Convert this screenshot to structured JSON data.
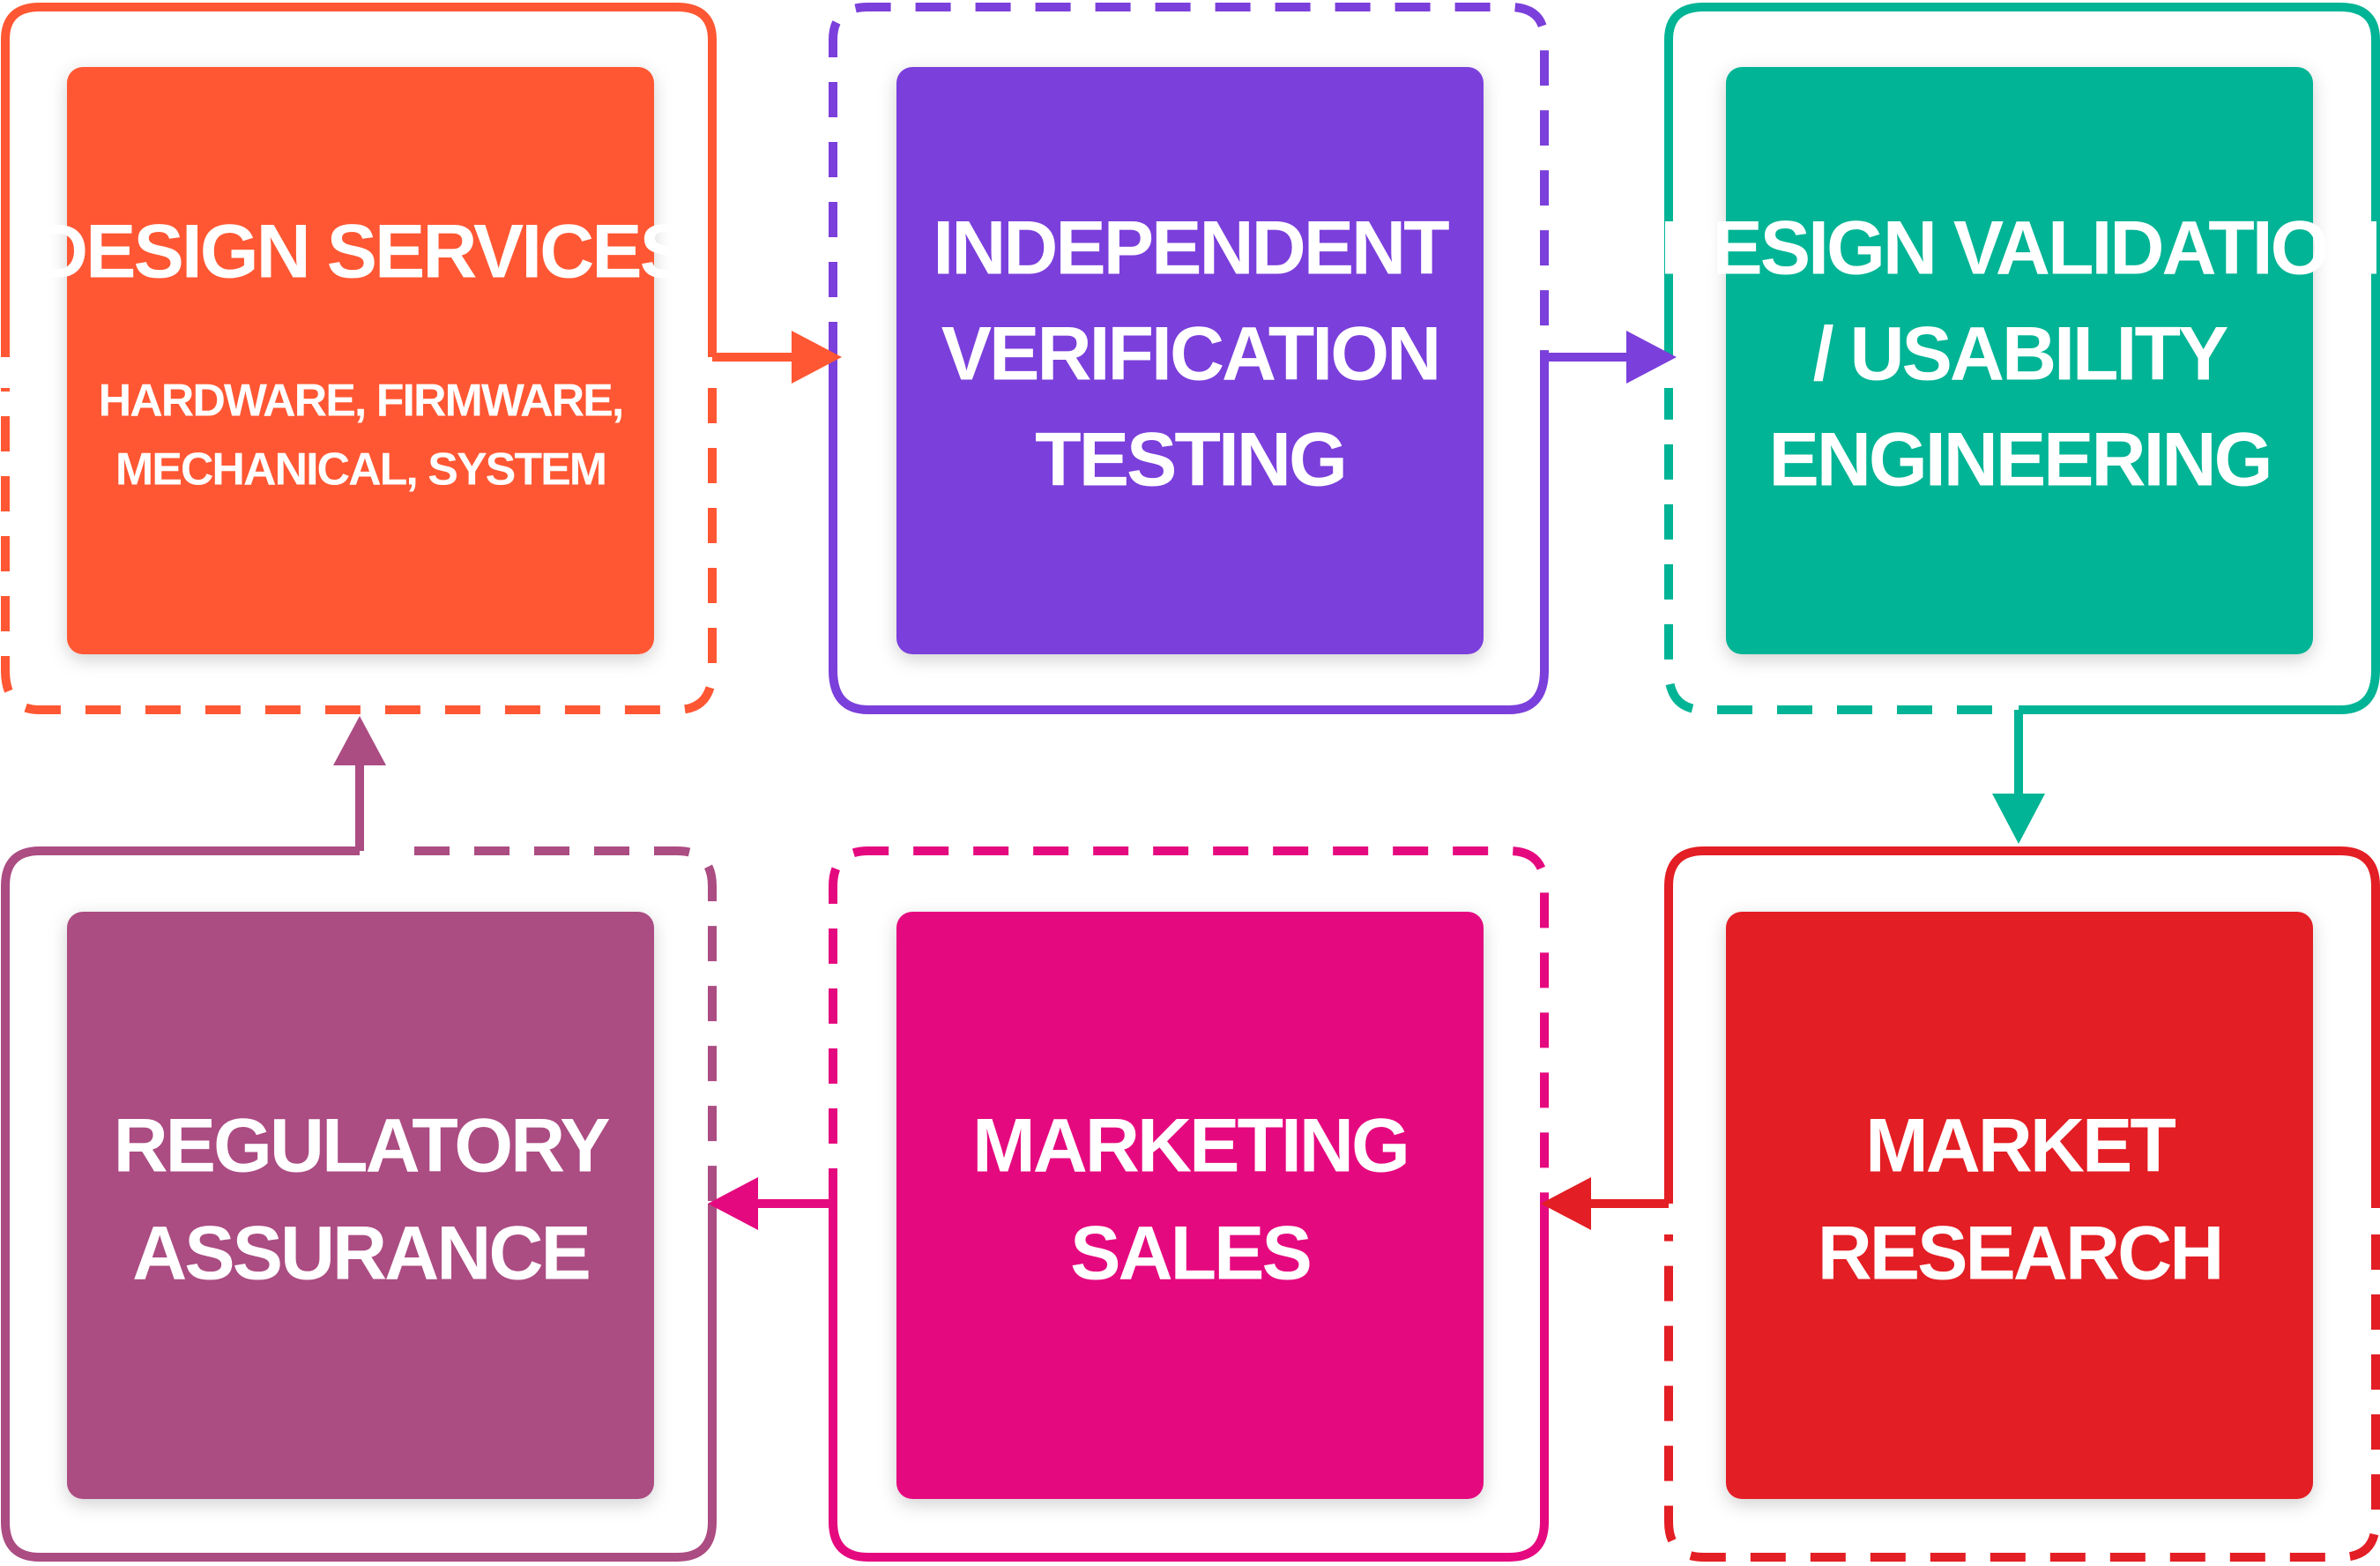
{
  "steps": [
    {
      "title_lines": [
        "DESIGN SERVICES"
      ],
      "subtitle_lines": [
        "HARDWARE, FIRMWARE,",
        "MECHANICAL, SYSTEM"
      ],
      "color": "#ff5733"
    },
    {
      "title_lines": [
        "INDEPENDENT",
        "VERIFICATION",
        "TESTING"
      ],
      "color": "#7b3fdb"
    },
    {
      "title_lines": [
        "DESIGN VALIDATION",
        "/ USABILITY",
        "ENGINEERING"
      ],
      "color": "#00b495"
    },
    {
      "title_lines": [
        "MARKET",
        "RESEARCH"
      ],
      "color": "#e31e24"
    },
    {
      "title_lines": [
        "MARKETING",
        "SALES"
      ],
      "color": "#e5097f"
    },
    {
      "title_lines": [
        "REGULATORY",
        "ASSURANCE"
      ],
      "color": "#ab4c82"
    }
  ]
}
